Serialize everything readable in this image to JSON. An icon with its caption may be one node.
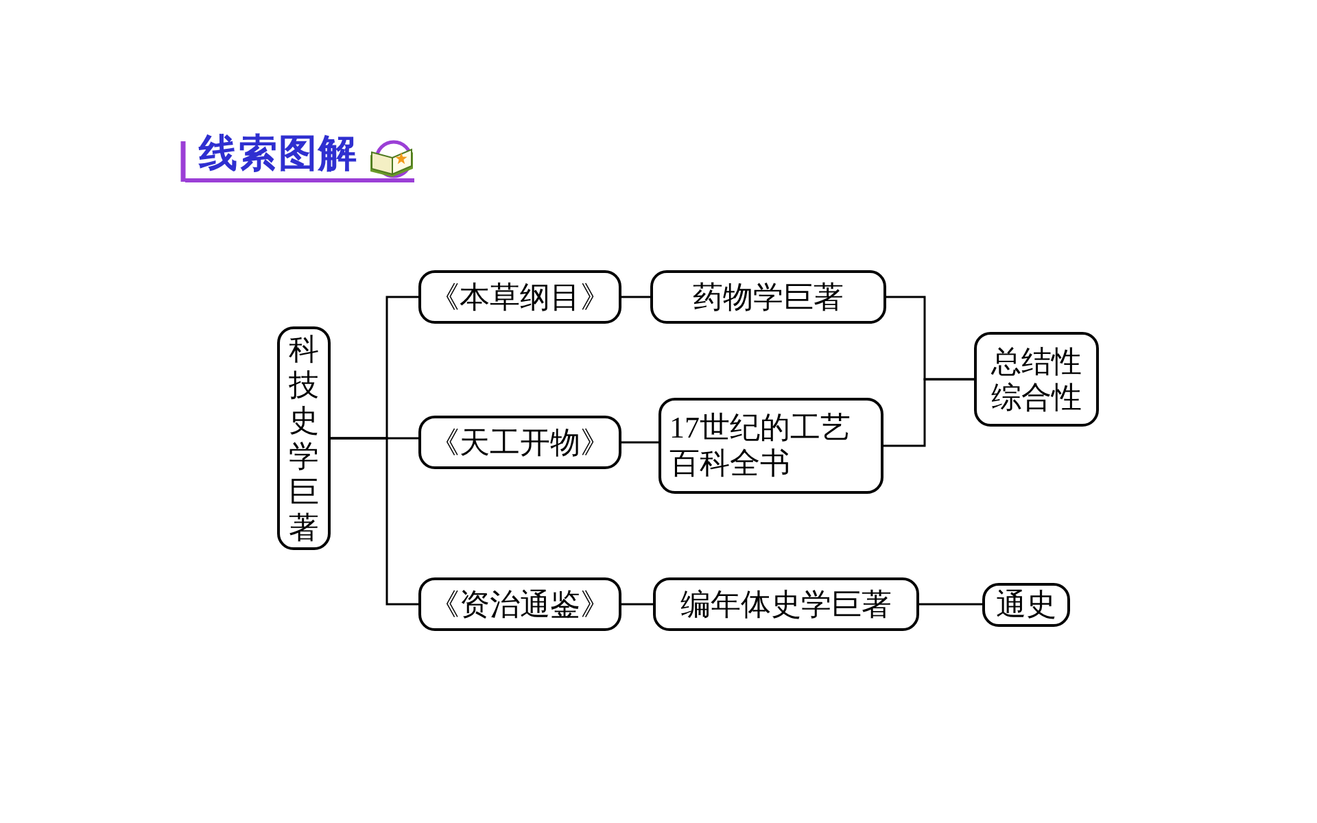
{
  "diagram": {
    "title": "线索图解",
    "nodes": [
      {
        "text": [
          "科技史学巨著"
        ]
      },
      {
        "text": [
          "《本草纲目》"
        ]
      },
      {
        "text": [
          "《天工开物》"
        ]
      },
      {
        "text": [
          "《资治通鉴》"
        ]
      },
      {
        "text": [
          "药物学巨著"
        ]
      },
      {
        "text": [
          "17世纪的工艺百科全书"
        ]
      },
      {
        "text": [
          "总结性综合性"
        ]
      },
      {
        "text": [
          "编年体史学巨著"
        ]
      },
      {
        "text": [
          "通史"
        ]
      }
    ],
    "edges": [
      {
        "from": 0,
        "to": 1,
        "arrow": "none"
      },
      {
        "from": 0,
        "to": 2,
        "arrow": "none"
      },
      {
        "from": 0,
        "to": 3,
        "arrow": "none"
      },
      {
        "from": 1,
        "to": 4,
        "arrow": "none"
      },
      {
        "from": 2,
        "to": 5,
        "arrow": "none"
      },
      {
        "from": 3,
        "to": 7,
        "arrow": "none"
      },
      {
        "from": 4,
        "to": 6,
        "arrow": "none"
      },
      {
        "from": 5,
        "to": 6,
        "arrow": "none"
      },
      {
        "from": 7,
        "to": 8,
        "arrow": "none"
      }
    ]
  }
}
